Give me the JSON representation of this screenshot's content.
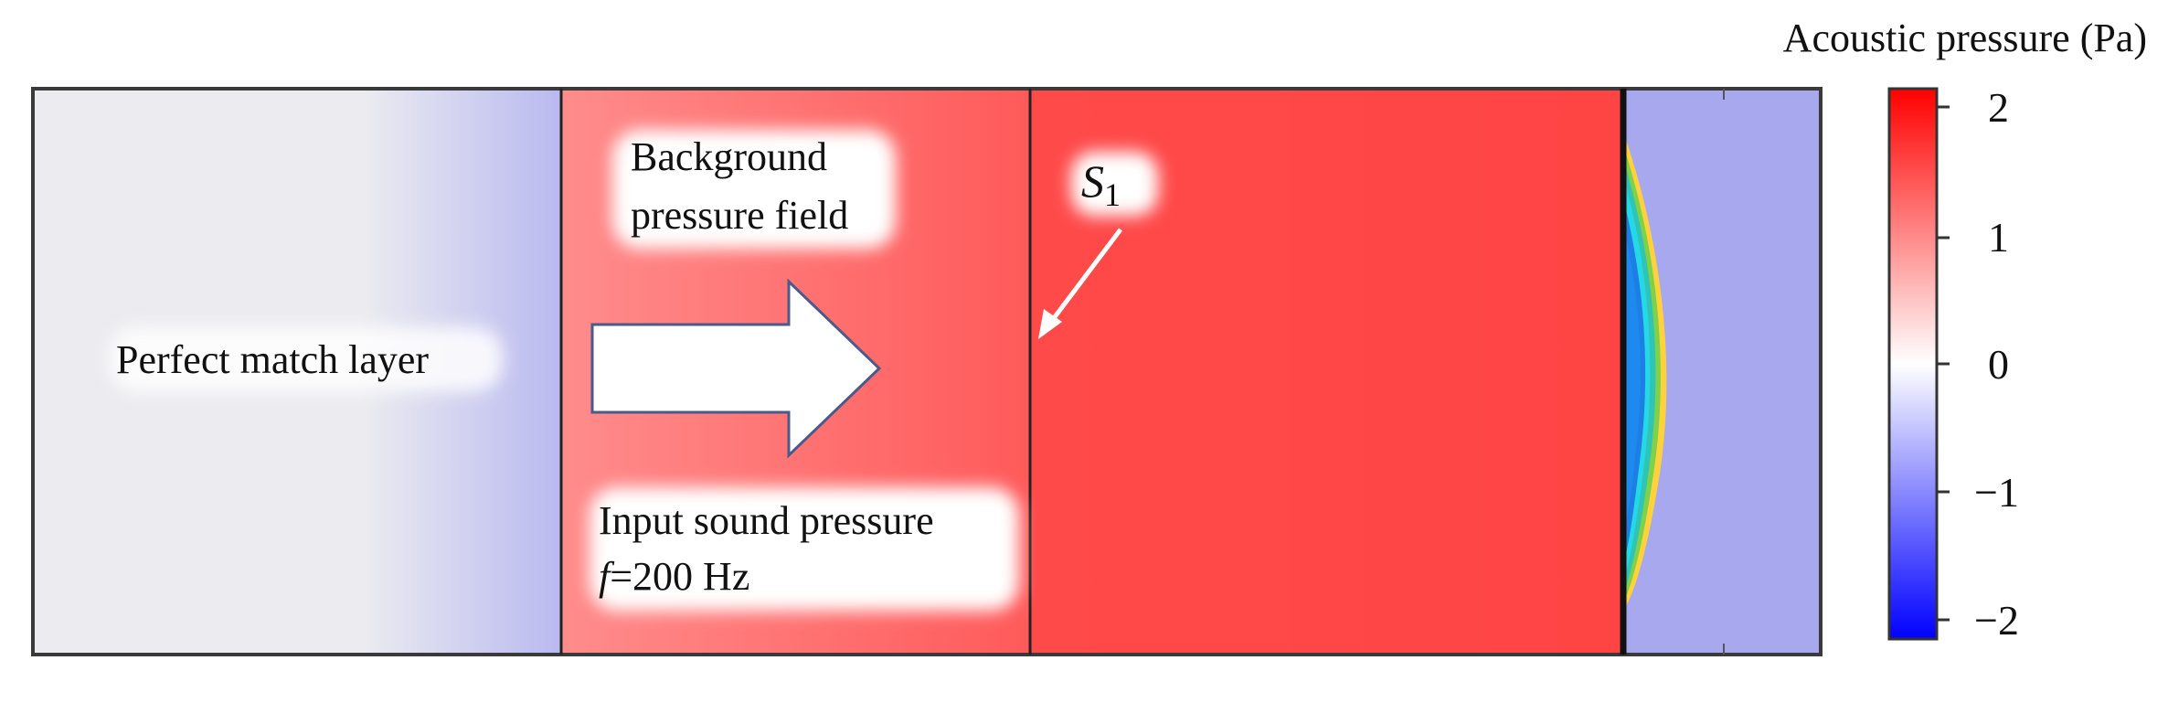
{
  "colorbar": {
    "title": "Acoustic pressure (Pa)",
    "ticks": [
      "2",
      "1",
      "0",
      "−1",
      "−2"
    ],
    "colors": {
      "max": "#ff0000",
      "high": "#ff8080",
      "zero": "#ffffff",
      "low": "#8080ff",
      "min": "#0000ff"
    }
  },
  "regions": {
    "pml": {
      "label": "Perfect match layer",
      "color_light": "#ececf0",
      "color_dark": "#b9b9f0"
    },
    "background_field": {
      "label_line1": "Background",
      "label_line2": "pressure field",
      "color_left": "#ff8c8c",
      "color_right": "#ff5a5a"
    },
    "main_field": {
      "color_left": "#ff4a4a",
      "color_right": "#ff4444"
    },
    "structure_side": {
      "color": "#a8a8ee"
    }
  },
  "input": {
    "label_line1": "Input sound pressure",
    "label_prefix": "f",
    "label_rest": "=200 Hz"
  },
  "surface_label": {
    "symbol": "S",
    "subscript": "1"
  }
}
